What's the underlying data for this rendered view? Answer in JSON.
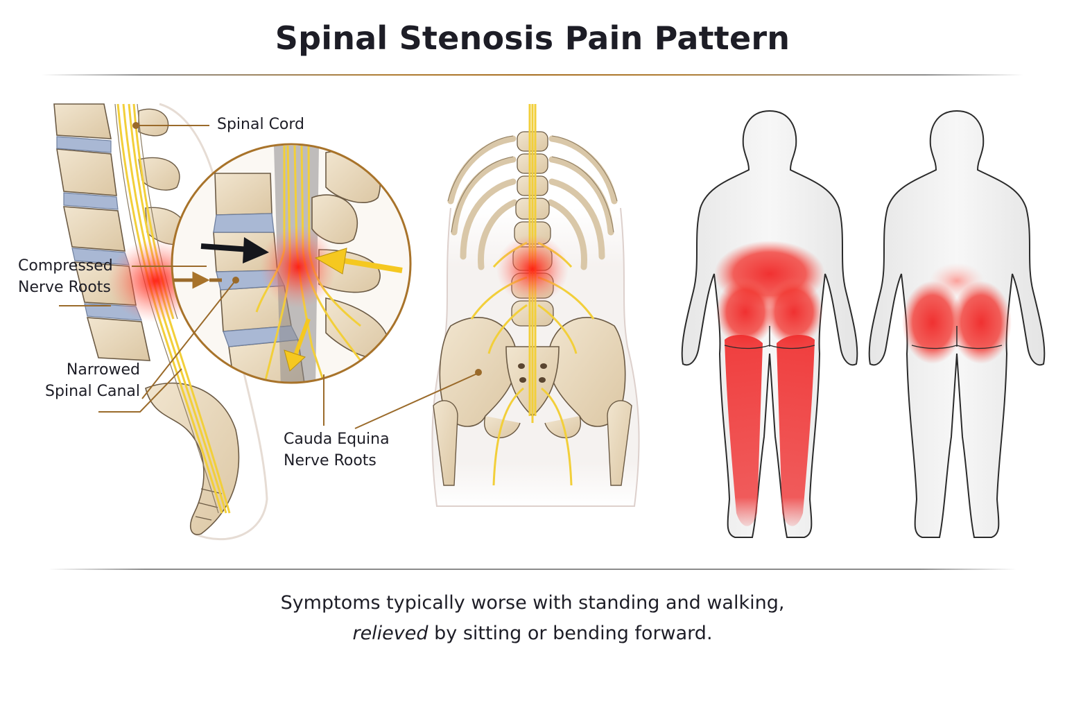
{
  "title": "Spinal Stenosis Pain Pattern",
  "labels": {
    "spinal_cord": "Spinal Cord",
    "compressed_nerve_roots": {
      "line1": "Compressed",
      "line2": "Nerve Roots"
    },
    "narrowed_spinal_canal": {
      "line1": "Narrowed",
      "line2": "Spinal Canal"
    },
    "cauda_equina": {
      "line1": "Cauda Equina",
      "line2": "Nerve Roots"
    }
  },
  "caption": {
    "line1": "Symptoms typically worse with standing and walking,",
    "line2_emphasis": "relieved",
    "line2_rest": " by sitting or bending forward."
  },
  "panels": [
    {
      "id": "lateral-spine",
      "description": "Side view of lumbar spine with magnified inset of stenosis"
    },
    {
      "id": "posterior-spine",
      "description": "Posterior view of spine, ribs and pelvis with nerves"
    },
    {
      "id": "body-pain-map-1",
      "description": "Back view figure: low back, buttocks and full-leg pain"
    },
    {
      "id": "body-pain-map-2",
      "description": "Back view figure: buttocks and upper thigh pain"
    }
  ],
  "colors": {
    "title": "#1d1d26",
    "gold_accent": "#a86f22",
    "callout_line": "#9a6a2a",
    "bone": "#e8d8bc",
    "bone_outline": "#6b5a44",
    "disc": "#9fb0cc",
    "nerve": "#f2cf3a",
    "pain": "#ef2b2b",
    "skin": "#eeeeee",
    "arrow_dark": "#14161c",
    "arrow_yellow": "#f5c820"
  }
}
